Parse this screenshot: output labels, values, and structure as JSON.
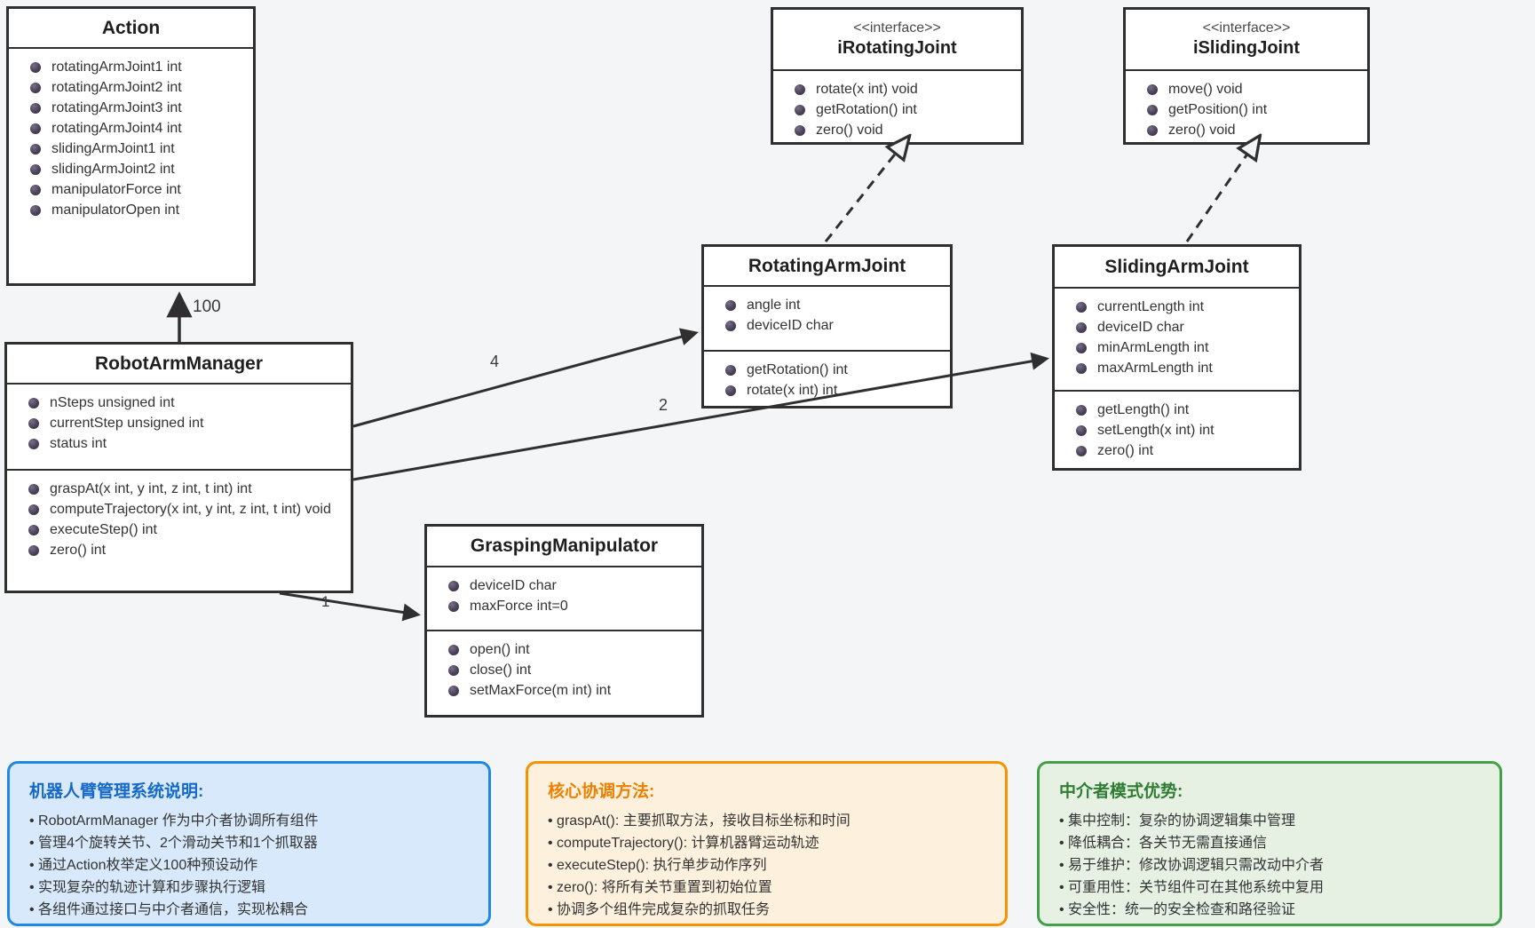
{
  "classes": {
    "action": {
      "title": "Action",
      "attributes": [
        "rotatingArmJoint1 int",
        "rotatingArmJoint2 int",
        "rotatingArmJoint3 int",
        "rotatingArmJoint4 int",
        "slidingArmJoint1 int",
        "slidingArmJoint2 int",
        "manipulatorForce int",
        "manipulatorOpen int"
      ]
    },
    "iRotatingJoint": {
      "stereotype": "<<interface>>",
      "title": "iRotatingJoint",
      "methods": [
        "rotate(x int) void",
        "getRotation() int",
        "zero() void"
      ]
    },
    "iSlidingJoint": {
      "stereotype": "<<interface>>",
      "title": "iSlidingJoint",
      "methods": [
        "move() void",
        "getPosition() int",
        "zero() void"
      ]
    },
    "robotArmManager": {
      "title": "RobotArmManager",
      "attributes": [
        "nSteps unsigned int",
        "currentStep unsigned int",
        "status int"
      ],
      "methods": [
        "graspAt(x int, y int, z int, t int) int",
        "computeTrajectory(x int, y int, z int, t int) void",
        "executeStep() int",
        "zero() int"
      ]
    },
    "rotatingArmJoint": {
      "title": "RotatingArmJoint",
      "attributes": [
        "angle int",
        "deviceID char"
      ],
      "methods": [
        "getRotation() int",
        "rotate(x int) int"
      ]
    },
    "slidingArmJoint": {
      "title": "SlidingArmJoint",
      "attributes": [
        "currentLength int",
        "deviceID char",
        "minArmLength int",
        "maxArmLength int"
      ],
      "methods": [
        "getLength() int",
        "setLength(x int) int",
        "zero() int"
      ]
    },
    "graspingManipulator": {
      "title": "GraspingManipulator",
      "attributes": [
        "deviceID char",
        "maxForce int=0"
      ],
      "methods": [
        "open() int",
        "close() int",
        "setMaxForce(m int) int"
      ]
    }
  },
  "multiplicities": {
    "action": "100",
    "rotating": "4",
    "sliding": "2",
    "grasping": "1"
  },
  "notes": {
    "system": {
      "title": "机器人臂管理系统说明:",
      "items": [
        "• RobotArmManager 作为中介者协调所有组件",
        "• 管理4个旋转关节、2个滑动关节和1个抓取器",
        "• 通过Action枚举定义100种预设动作",
        "• 实现复杂的轨迹计算和步骤执行逻辑",
        "• 各组件通过接口与中介者通信，实现松耦合"
      ]
    },
    "methods": {
      "title": "核心协调方法:",
      "items": [
        "• graspAt(): 主要抓取方法，接收目标坐标和时间",
        "• computeTrajectory(): 计算机器臂运动轨迹",
        "• executeStep(): 执行单步动作序列",
        "• zero(): 将所有关节重置到初始位置",
        "• 协调多个组件完成复杂的抓取任务"
      ]
    },
    "advantages": {
      "title": "中介者模式优势:",
      "items": [
        "• 集中控制：复杂的协调逻辑集中管理",
        "• 降低耦合：各关节无需直接通信",
        "• 易于维护：修改协调逻辑只需改动中介者",
        "• 可重用性：关节组件可在其他系统中复用",
        "• 安全性：统一的安全检查和路径验证"
      ]
    }
  },
  "colors": {
    "bg": "#f4f5f7",
    "box-border": "#2f2f2f",
    "line": "#2f2f2f",
    "note-blue-border": "#1e88e5",
    "note-blue-bg": "#d7e9fa",
    "note-blue-title": "#1669c9",
    "note-orange-border": "#f59300",
    "note-orange-bg": "#fdf0dc",
    "note-orange-title": "#ee7f00",
    "note-green-border": "#43a047",
    "note-green-bg": "#e6f1e4",
    "note-green-title": "#2e7d32"
  }
}
